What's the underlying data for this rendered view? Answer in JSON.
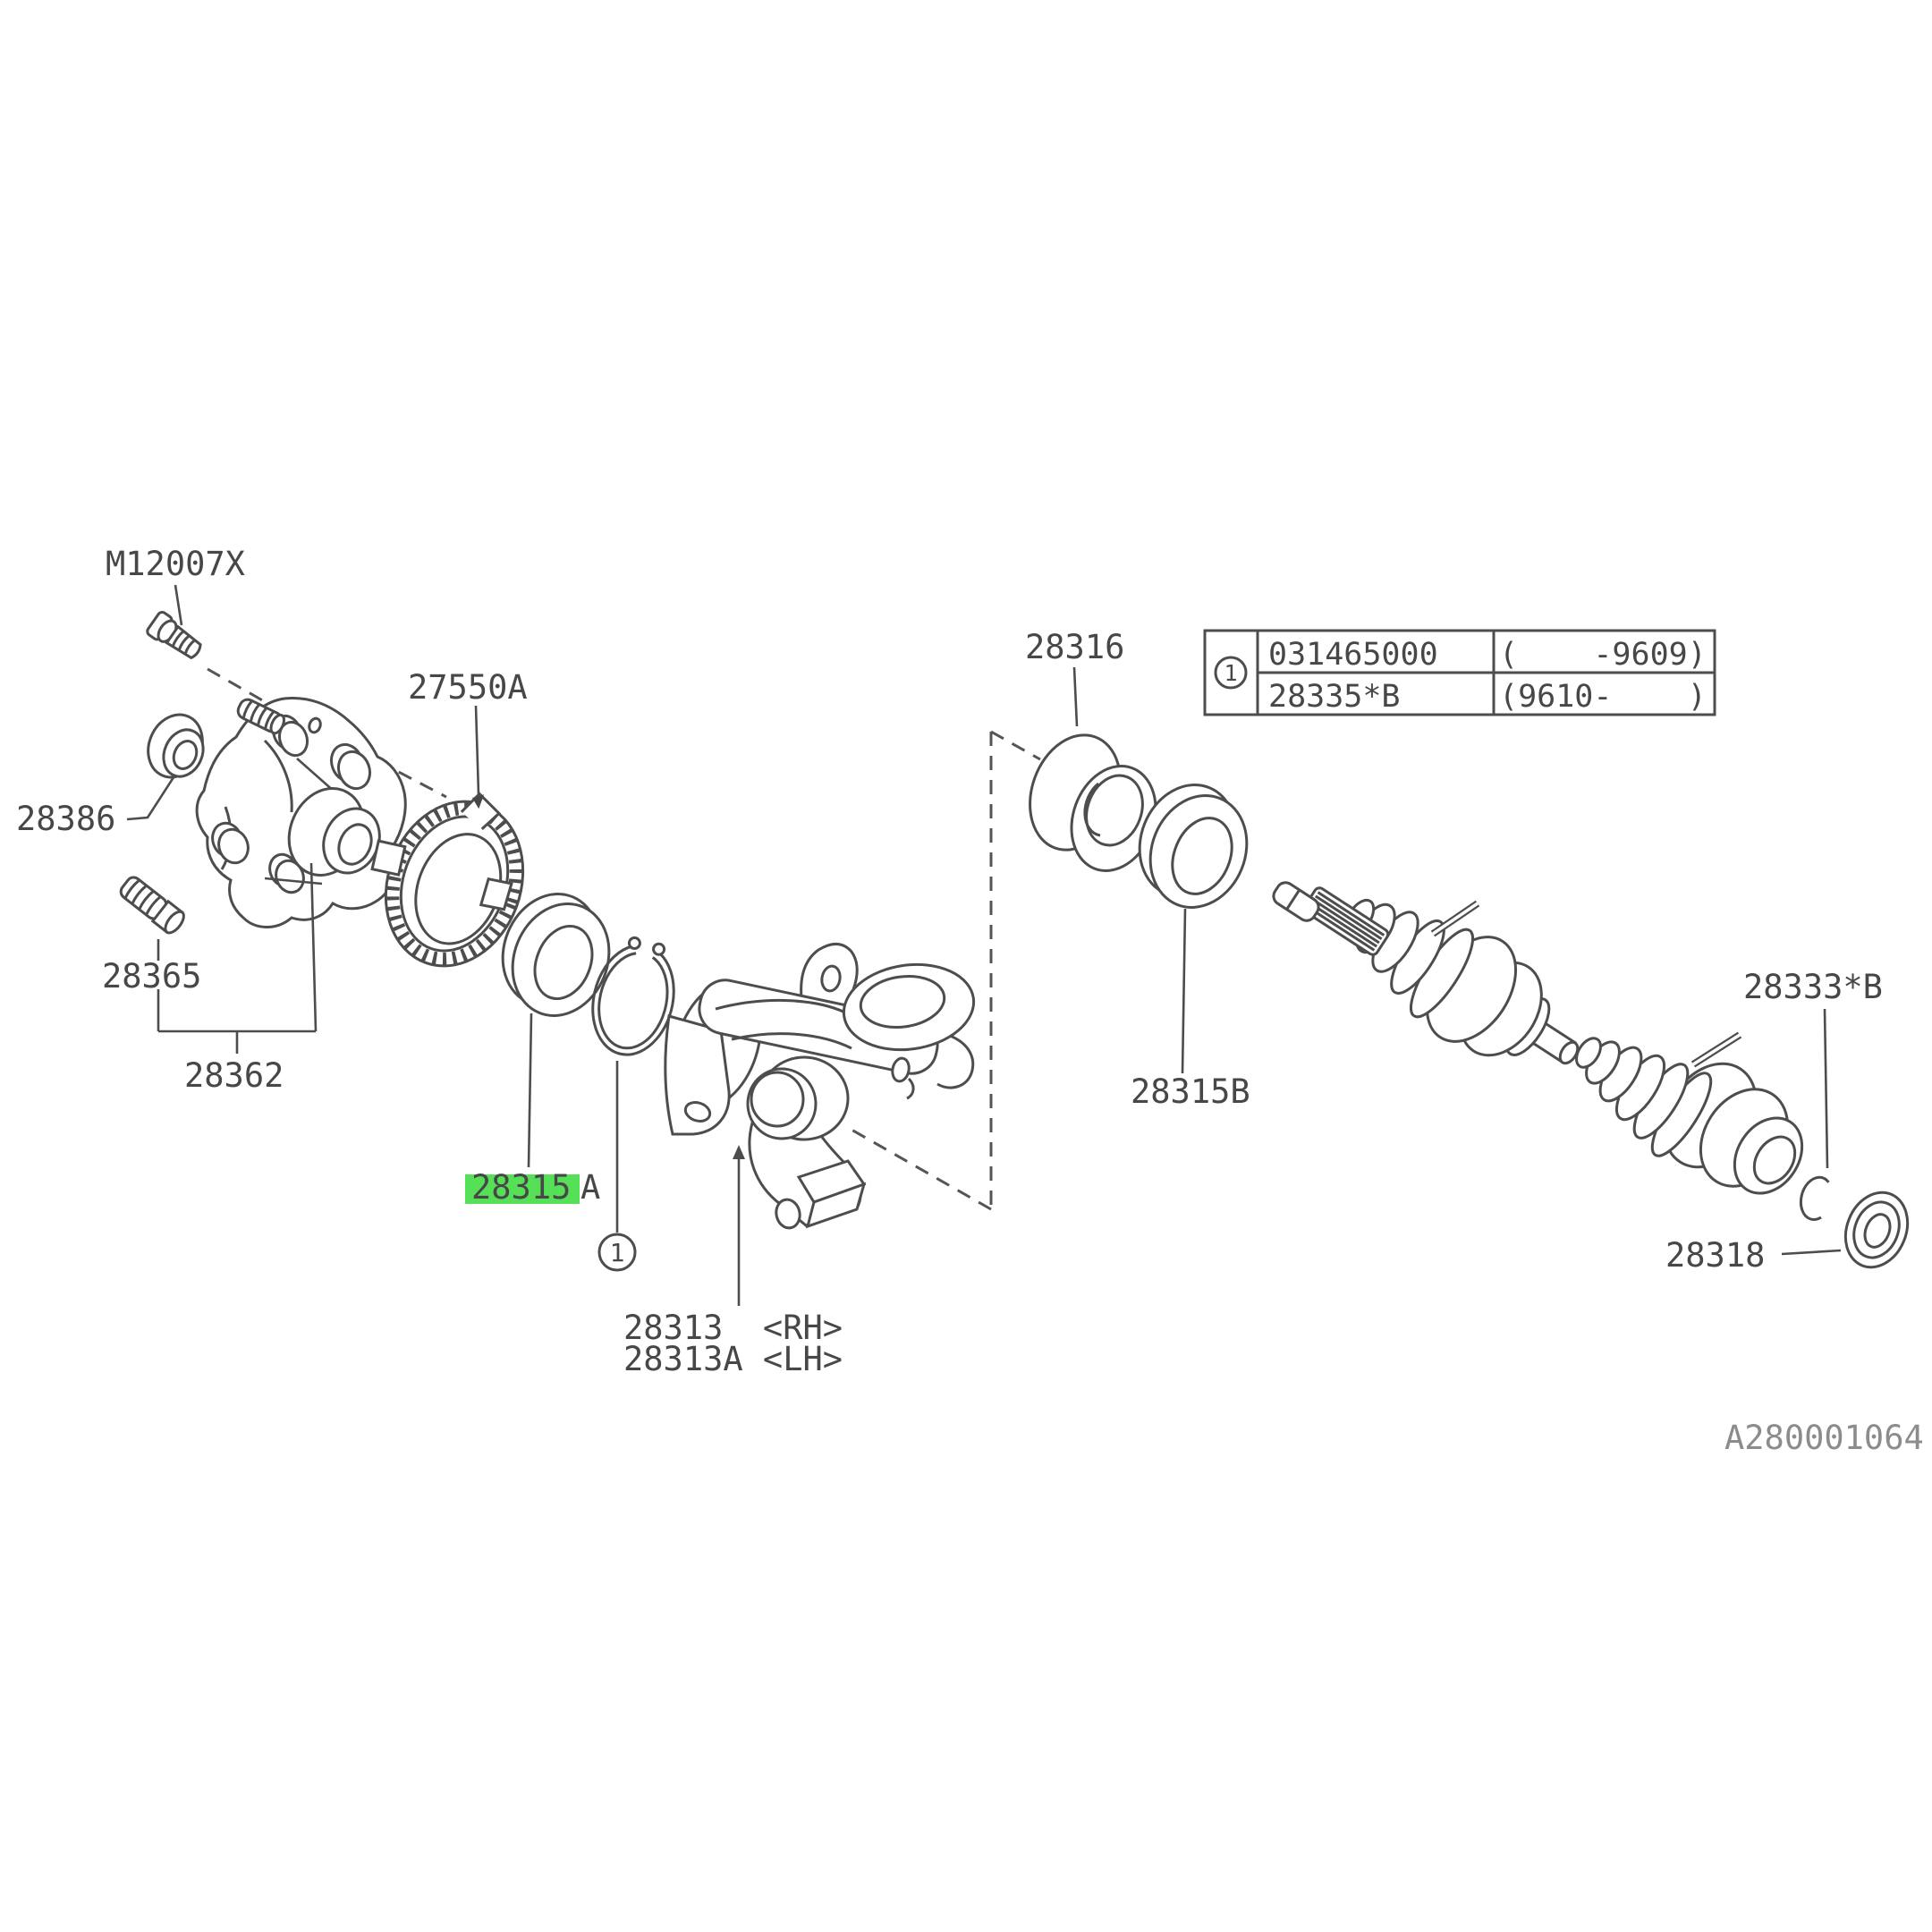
{
  "diagram": {
    "doc_number": "A280001064",
    "highlight_color": "#55e058",
    "line_color": "#4d4d4d"
  },
  "labels": {
    "hub_bolt": "M12007X",
    "tone_ring": "27550A",
    "cap": "28386",
    "hub_stud": "28365",
    "hub": "28362",
    "seal_inner_highlight": "28315",
    "seal_inner_suffix": "A",
    "housing_rh": "28313  <RH>",
    "housing_lh": "28313A <LH>",
    "bearing": "28316",
    "seal_outer": "28315B",
    "axle_snap_ring": "28333*B",
    "axle_seal": "28318",
    "callout_1": "1"
  },
  "table": {
    "callout": "1",
    "rows": [
      {
        "part_no": "031465000",
        "date_range": "(    -9609)"
      },
      {
        "part_no": "28335*B",
        "date_range": "(9610-    )"
      }
    ]
  }
}
